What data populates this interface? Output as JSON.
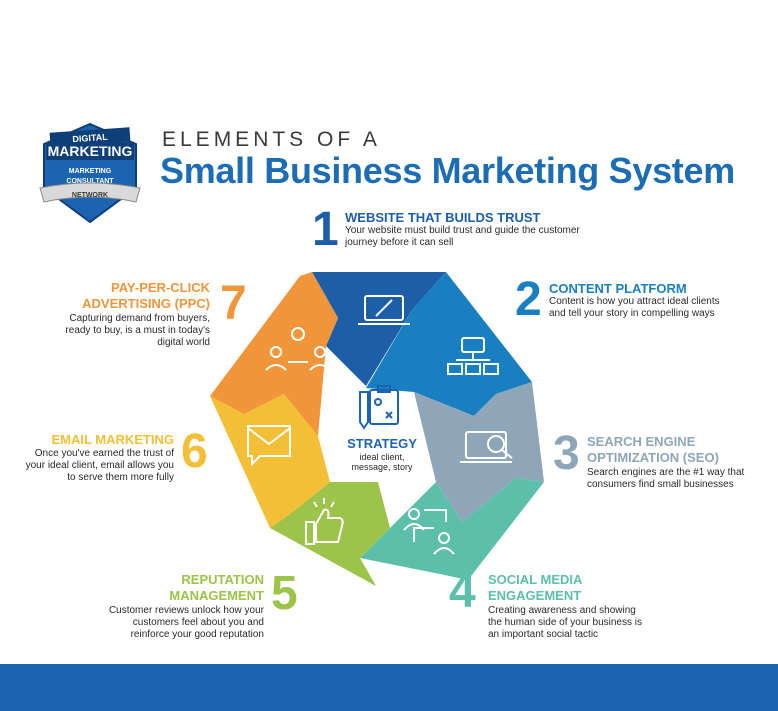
{
  "badge": {
    "line1": "DIGITAL",
    "line2": "MARKETING",
    "line3": "MARKETING",
    "line4": "CONSULTANT",
    "line5": "NETWORK"
  },
  "title": {
    "small": "ELEMENTS OF A",
    "big": "Small Business Marketing System"
  },
  "center": {
    "heading": "STRATEGY",
    "line1": "ideal client,",
    "line2": "message, story"
  },
  "items": [
    {
      "num": "1",
      "heading": "WEBSITE THAT BUILDS TRUST",
      "desc1": "Your website must build trust and guide the customer",
      "desc2": "journey before it can sell",
      "color": "#1c5fa8"
    },
    {
      "num": "2",
      "heading": "CONTENT PLATFORM",
      "desc1": "Content is how you attract ideal clients",
      "desc2": "and tell your story in compelling ways",
      "color": "#1a7fc0"
    },
    {
      "num": "3",
      "heading1": "SEARCH ENGINE",
      "heading2": "OPTIMIZATION (SEO)",
      "desc1": "Search engines are the #1 way that",
      "desc2": "consumers find small businesses",
      "color": "#8ea6b8"
    },
    {
      "num": "4",
      "heading1": "SOCIAL MEDIA",
      "heading2": "ENGAGEMENT",
      "desc1": "Creating awareness and showing",
      "desc2": "the human side of your business is",
      "desc3": "an important social tactic",
      "color": "#5bbfa9"
    },
    {
      "num": "5",
      "heading1": "REPUTATION",
      "heading2": "MANAGEMENT",
      "desc1": "Customer reviews unlock how your",
      "desc2": "customers feel about you and",
      "desc3": "reinforce your good reputation",
      "color": "#9cc34a"
    },
    {
      "num": "6",
      "heading": "EMAIL MARKETING",
      "desc1": "Once you've earned the trust of",
      "desc2": "your ideal client, email allows you",
      "desc3": "to serve them more fully",
      "color": "#f2bf36"
    },
    {
      "num": "7",
      "heading1": "PAY-PER-CLICK",
      "heading2": "ADVERTISING (PPC)",
      "desc1": "Capturing demand from buyers,",
      "desc2": "ready to buy, is a must in today's",
      "desc3": "digital world",
      "color": "#f0953a"
    }
  ],
  "icons": [
    "laptop-pen-icon",
    "sitemap-icon",
    "search-laptop-icon",
    "people-exchange-icon",
    "thumbs-up-icon",
    "email-icon",
    "money-people-icon",
    "strategy-clipboard-icon"
  ],
  "colors": {
    "brand_blue": "#1c6db3",
    "footer": "#1d64b0"
  }
}
